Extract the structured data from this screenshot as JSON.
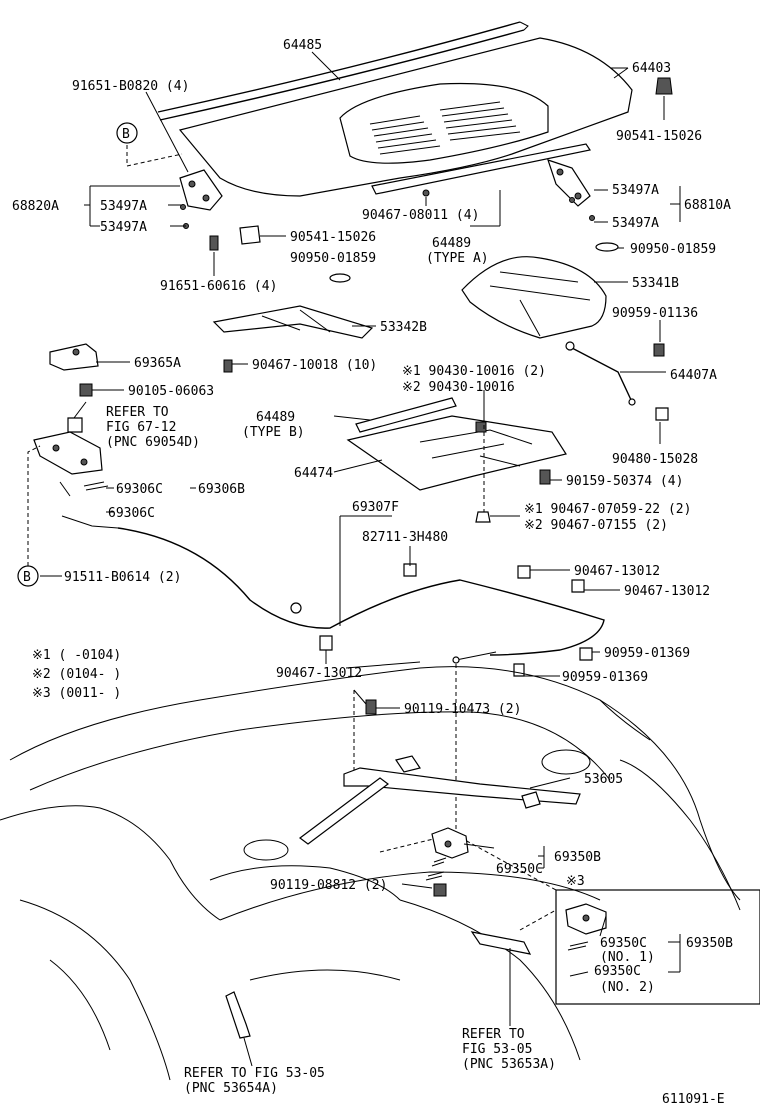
{
  "labels": {
    "p64485": "64485",
    "p64403": "64403",
    "p91651b": "91651-B0820 (4)",
    "b1": "B",
    "p90541a": "90541-15026",
    "p68820a": "68820A",
    "p53497a_1": "53497A",
    "p53497a_2": "53497A",
    "p90467_08011": "90467-08011 (4)",
    "p64489a": "64489",
    "p64489a_type": "(TYPE A)",
    "p53497a_3": "53497A",
    "p68810a": "68810A",
    "p53497a_4": "53497A",
    "p90541b": "90541-15026",
    "p90950a": "90950-01859",
    "p90950b": "90950-01859",
    "p91651_60616": "91651-60616 (4)",
    "p53341b": "53341B",
    "p53342b": "53342B",
    "p90959_01136": "90959-01136",
    "p69365a": "69365A",
    "p90467_10018": "90467-10018 (10)",
    "p90430_10016_1": "※1 90430-10016 (2)",
    "p90430_10016_2": "※2 90430-10016",
    "p64407a": "64407A",
    "p90105": "90105-06063",
    "refer1_a": "REFER TO",
    "refer1_b": "FIG 67-12",
    "refer1_c": "(PNC 69054D)",
    "p64489b": "64489",
    "p64489b_type": "(TYPE B)",
    "p64474": "64474",
    "p90480": "90480-15028",
    "p69306c_1": "69306C",
    "p69306b": "69306B",
    "p69306c_2": "69306C",
    "p90159": "90159-50374 (4)",
    "p69307f": "69307F",
    "p90467_07059": "※1  90467-07059-22 (2)",
    "p90467_07155": "※2  90467-07155 (2)",
    "p82711": "82711-3H480",
    "b2": "B",
    "p91511": "91511-B0614 (2)",
    "p90467_13012_a": "90467-13012",
    "p90467_13012_b": "90467-13012",
    "note1": "※1  (      -0104)",
    "note2": "※2  (0104-      )",
    "note3": "※3  (0011-      )",
    "p90959_01369_a": "90959-01369",
    "p90467_13012_c": "90467-13012",
    "p90959_01369_b": "90959-01369",
    "p90119_10473": "90119-10473 (2)",
    "p53605": "53605",
    "p69350c": "69350C",
    "p69350b": "69350B",
    "p90119_08812": "90119-08812 (2)",
    "note3_box": "※3",
    "p69350c_no1": "69350C",
    "no1": "(NO. 1)",
    "p69350b_2": "69350B",
    "p69350c_no2": "69350C",
    "no2": "(NO. 2)",
    "refer2_a": "REFER TO",
    "refer2_b": "FIG 53-05",
    "refer2_c": "(PNC 53653A)",
    "refer3_a": "REFER TO FIG 53-05",
    "refer3_b": "(PNC 53654A)",
    "fig_id": "611091-E"
  }
}
